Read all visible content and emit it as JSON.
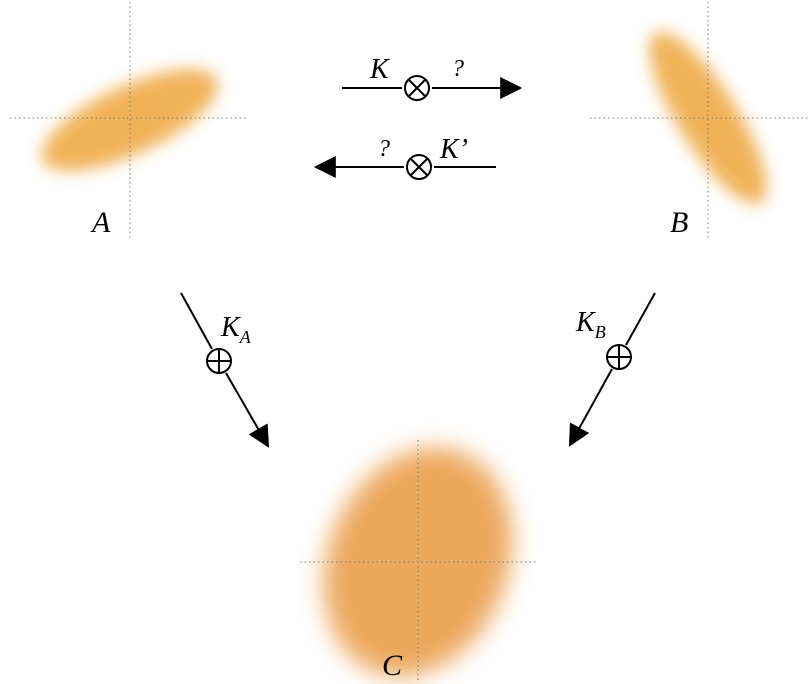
{
  "colors": {
    "blob_small": "#efae4f",
    "blob_large": "#eaa04f",
    "ink": "#000000",
    "guides": "#7a7a7a"
  },
  "shapes": {
    "cross_operator": "circle-times-icon",
    "plus_operator": "circle-plus-icon"
  },
  "labels": {
    "A": "A",
    "B": "B",
    "C": "C",
    "top_K": "K",
    "top_q": "?",
    "bottom_q": "?",
    "bottom_Kprime": "K’",
    "KA_main": "K",
    "KA_sub": "A",
    "KB_main": "K",
    "KB_sub": "B"
  }
}
